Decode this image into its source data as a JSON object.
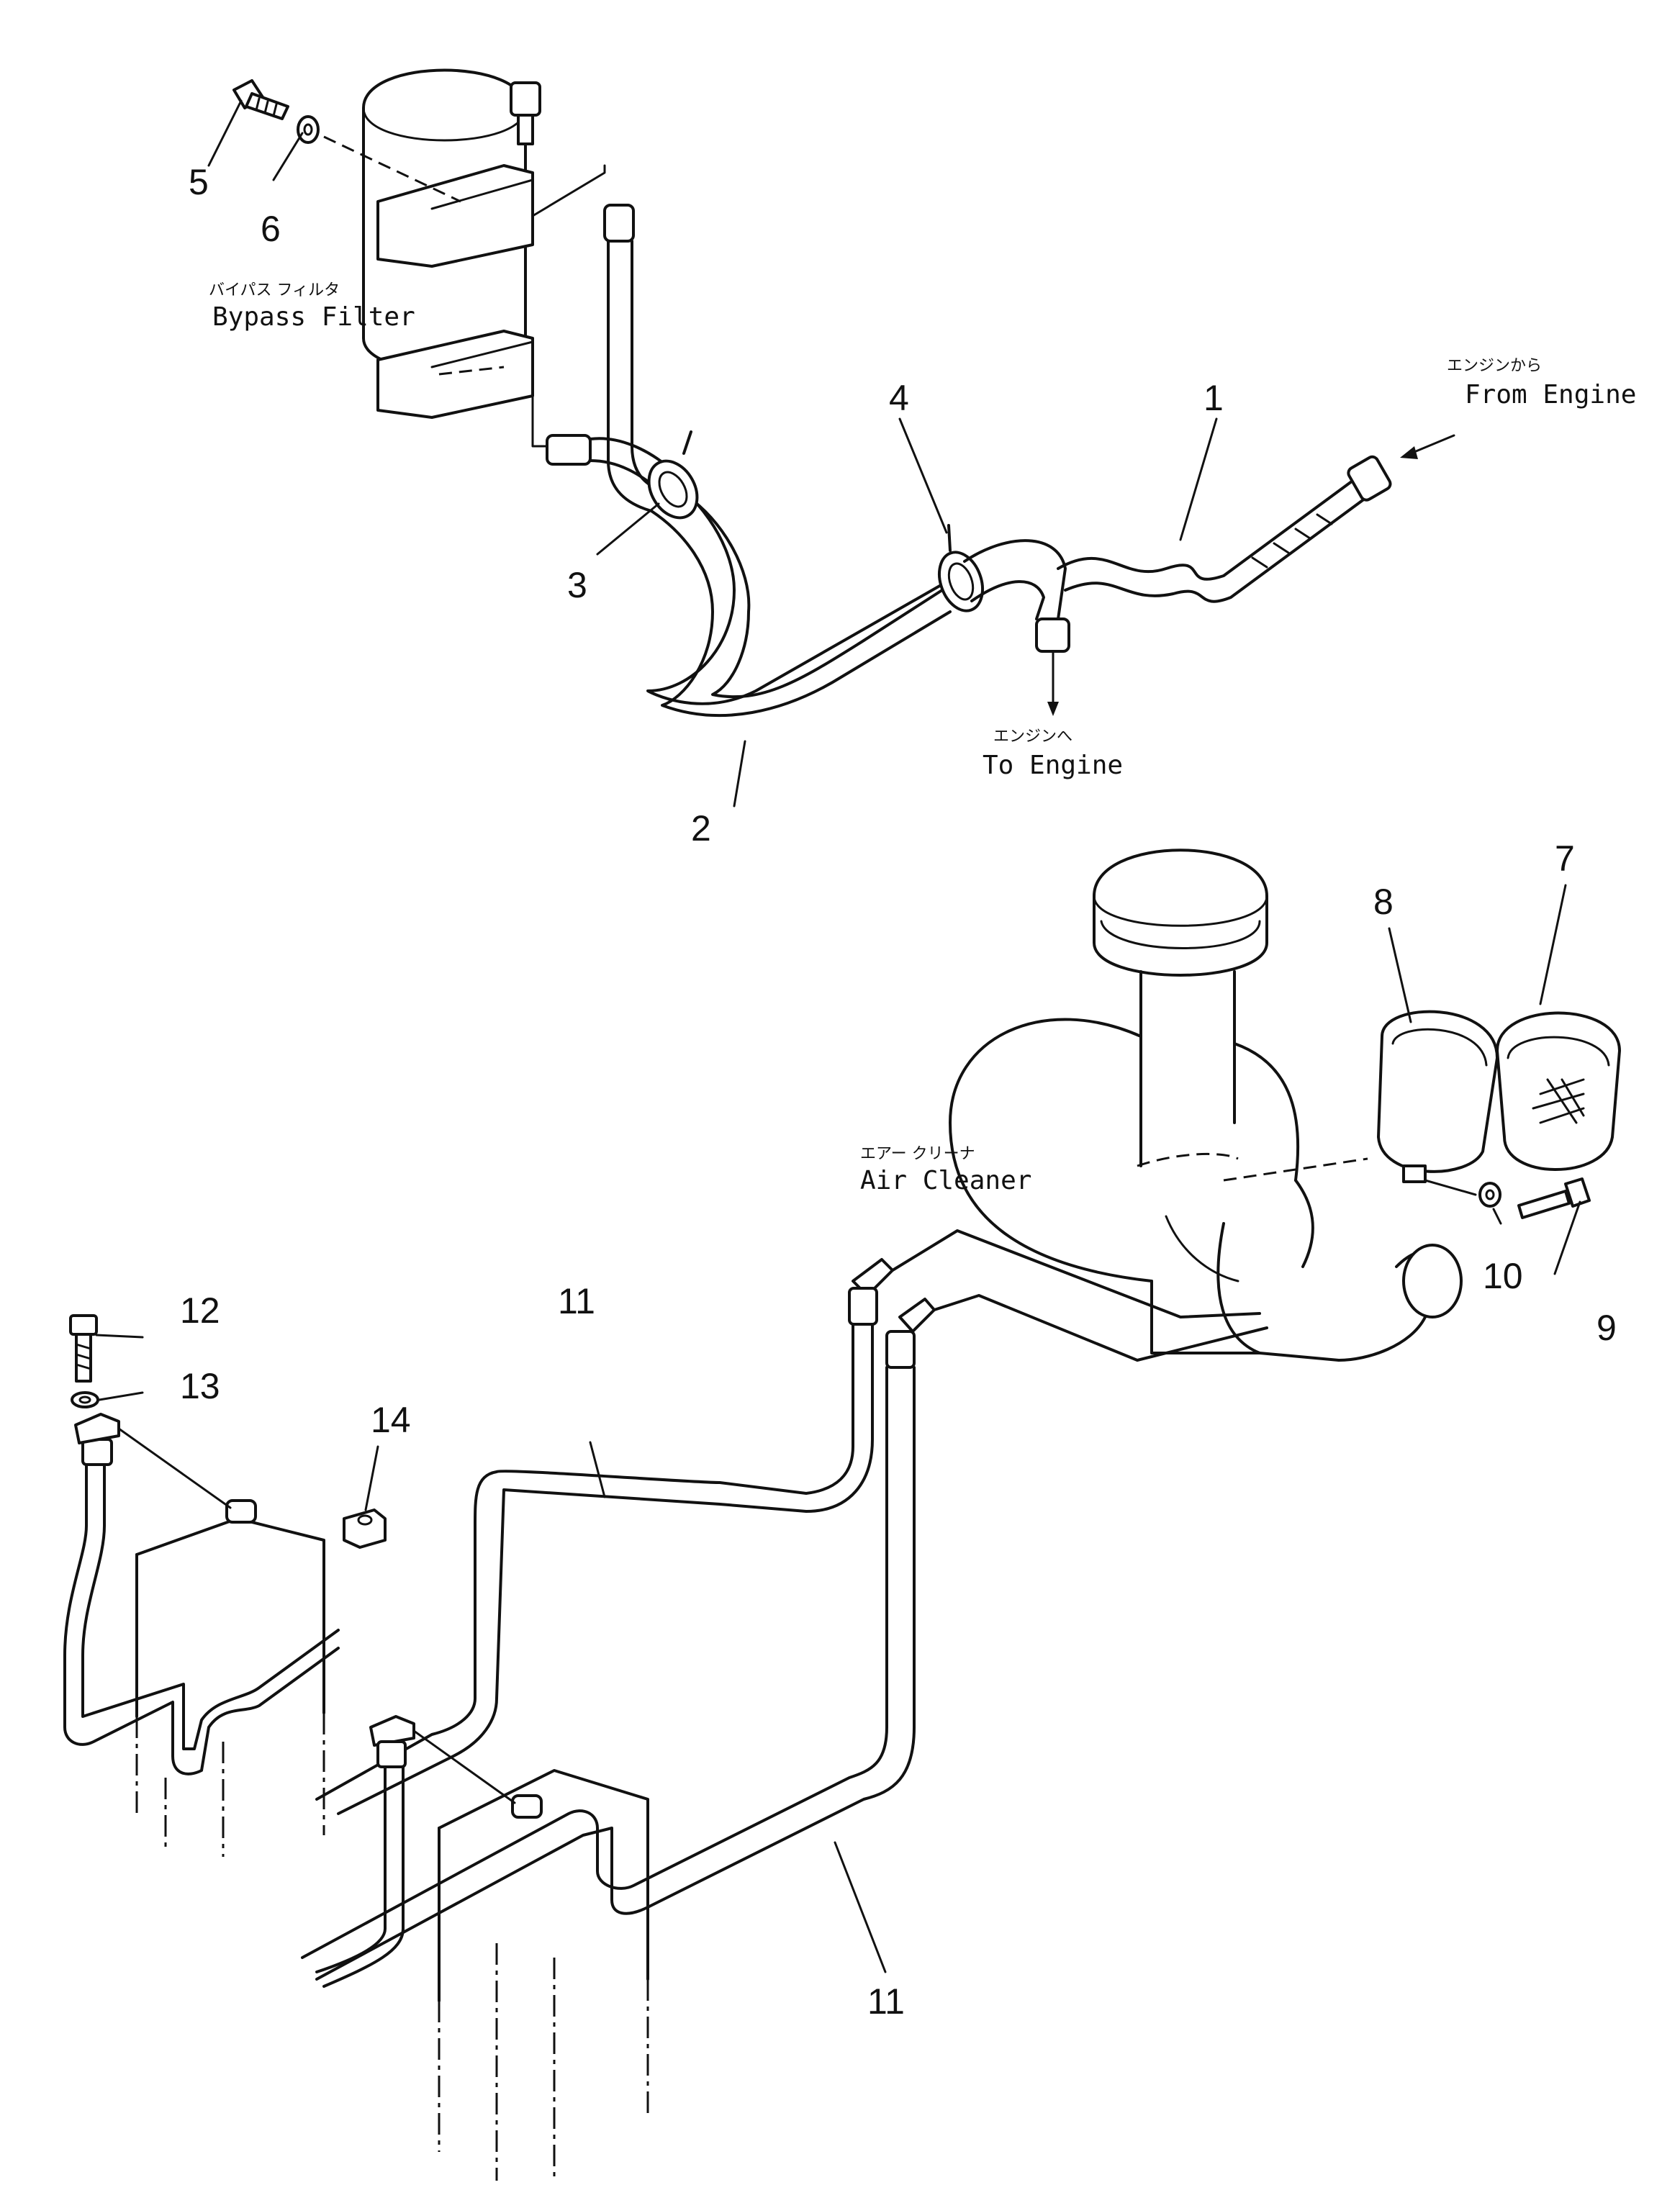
{
  "labels": {
    "bypass_filter_jp": "バイパス フィルタ",
    "bypass_filter_en": "Bypass Filter",
    "from_engine_jp": "エンジンから",
    "from_engine_en": "From Engine",
    "to_engine_jp": "エンジンへ",
    "to_engine_en": "To Engine",
    "air_cleaner_jp": "エアー クリーナ",
    "air_cleaner_en": "Air Cleaner"
  },
  "callouts": [
    "1",
    "2",
    "3",
    "4",
    "5",
    "6",
    "7",
    "8",
    "9",
    "10",
    "11",
    "11",
    "12",
    "13",
    "14"
  ]
}
